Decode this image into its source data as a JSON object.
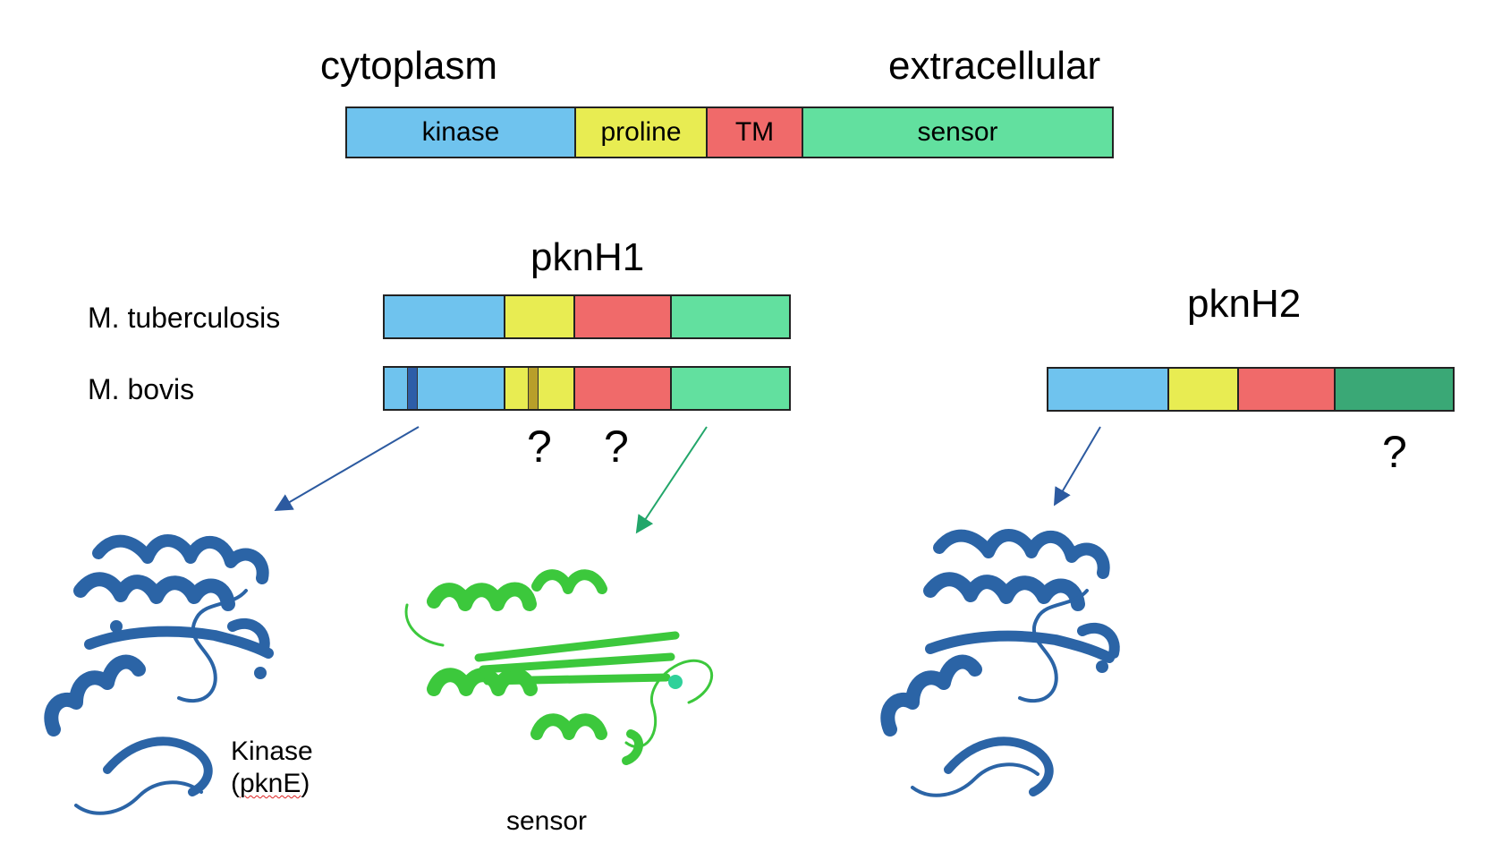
{
  "header": {
    "left_label": "cytoplasm",
    "right_label": "extracellular"
  },
  "domains": {
    "kinase": "kinase",
    "proline": "proline",
    "tm": "TM",
    "sensor": "sensor"
  },
  "colors": {
    "kinase": "#6fc3ee",
    "proline": "#e8ec52",
    "tm": "#f06a6a",
    "sensor": "#62e09f",
    "sensor_dark": "#3aa876",
    "mutation_kinase": "#2d5ea8",
    "mutation_proline": "#b89f2a",
    "arrow_blue": "#2c5aa0",
    "arrow_green": "#22a66a",
    "protein_blue": "#2b64a6",
    "protein_green": "#3cc83c"
  },
  "pknH1": {
    "title": "pknH1",
    "rows": [
      {
        "organism": "M. tuberculosis"
      },
      {
        "organism": "M. bovis"
      }
    ],
    "question_marks": [
      "?",
      "?"
    ]
  },
  "pknH2": {
    "title": "pknH2",
    "question_mark": "?"
  },
  "structures": {
    "kinase_caption_line1": "Kinase",
    "kinase_caption_line2_open": "(",
    "kinase_caption_line2_word": "pknE",
    "kinase_caption_line2_close": ")",
    "sensor_caption": "sensor"
  }
}
